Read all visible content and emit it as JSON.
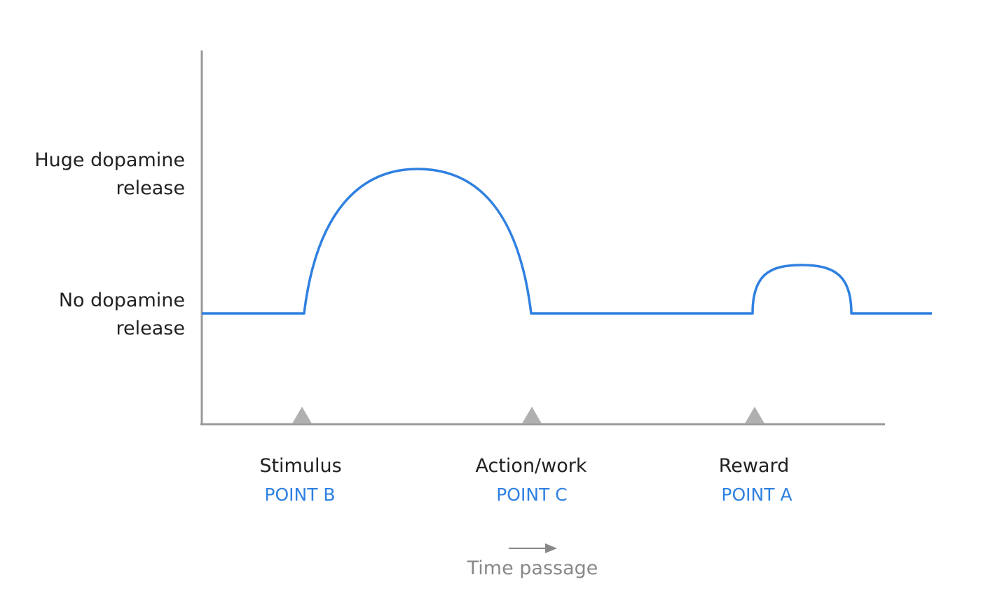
{
  "y_axis": {
    "high_label": "Huge dopamine release",
    "low_label": "No dopamine release"
  },
  "events": [
    {
      "name": "Stimulus",
      "point": "POINT B"
    },
    {
      "name": "Action/work",
      "point": "POINT C"
    },
    {
      "name": "Reward",
      "point": "POINT A"
    }
  ],
  "time_label": "Time passage",
  "colors": {
    "curve": "#2f80e0",
    "axis": "#999999",
    "marker": "#b0b0b0",
    "point_label": "#2f80e0",
    "text": "#222222",
    "muted_text": "#888888"
  }
}
